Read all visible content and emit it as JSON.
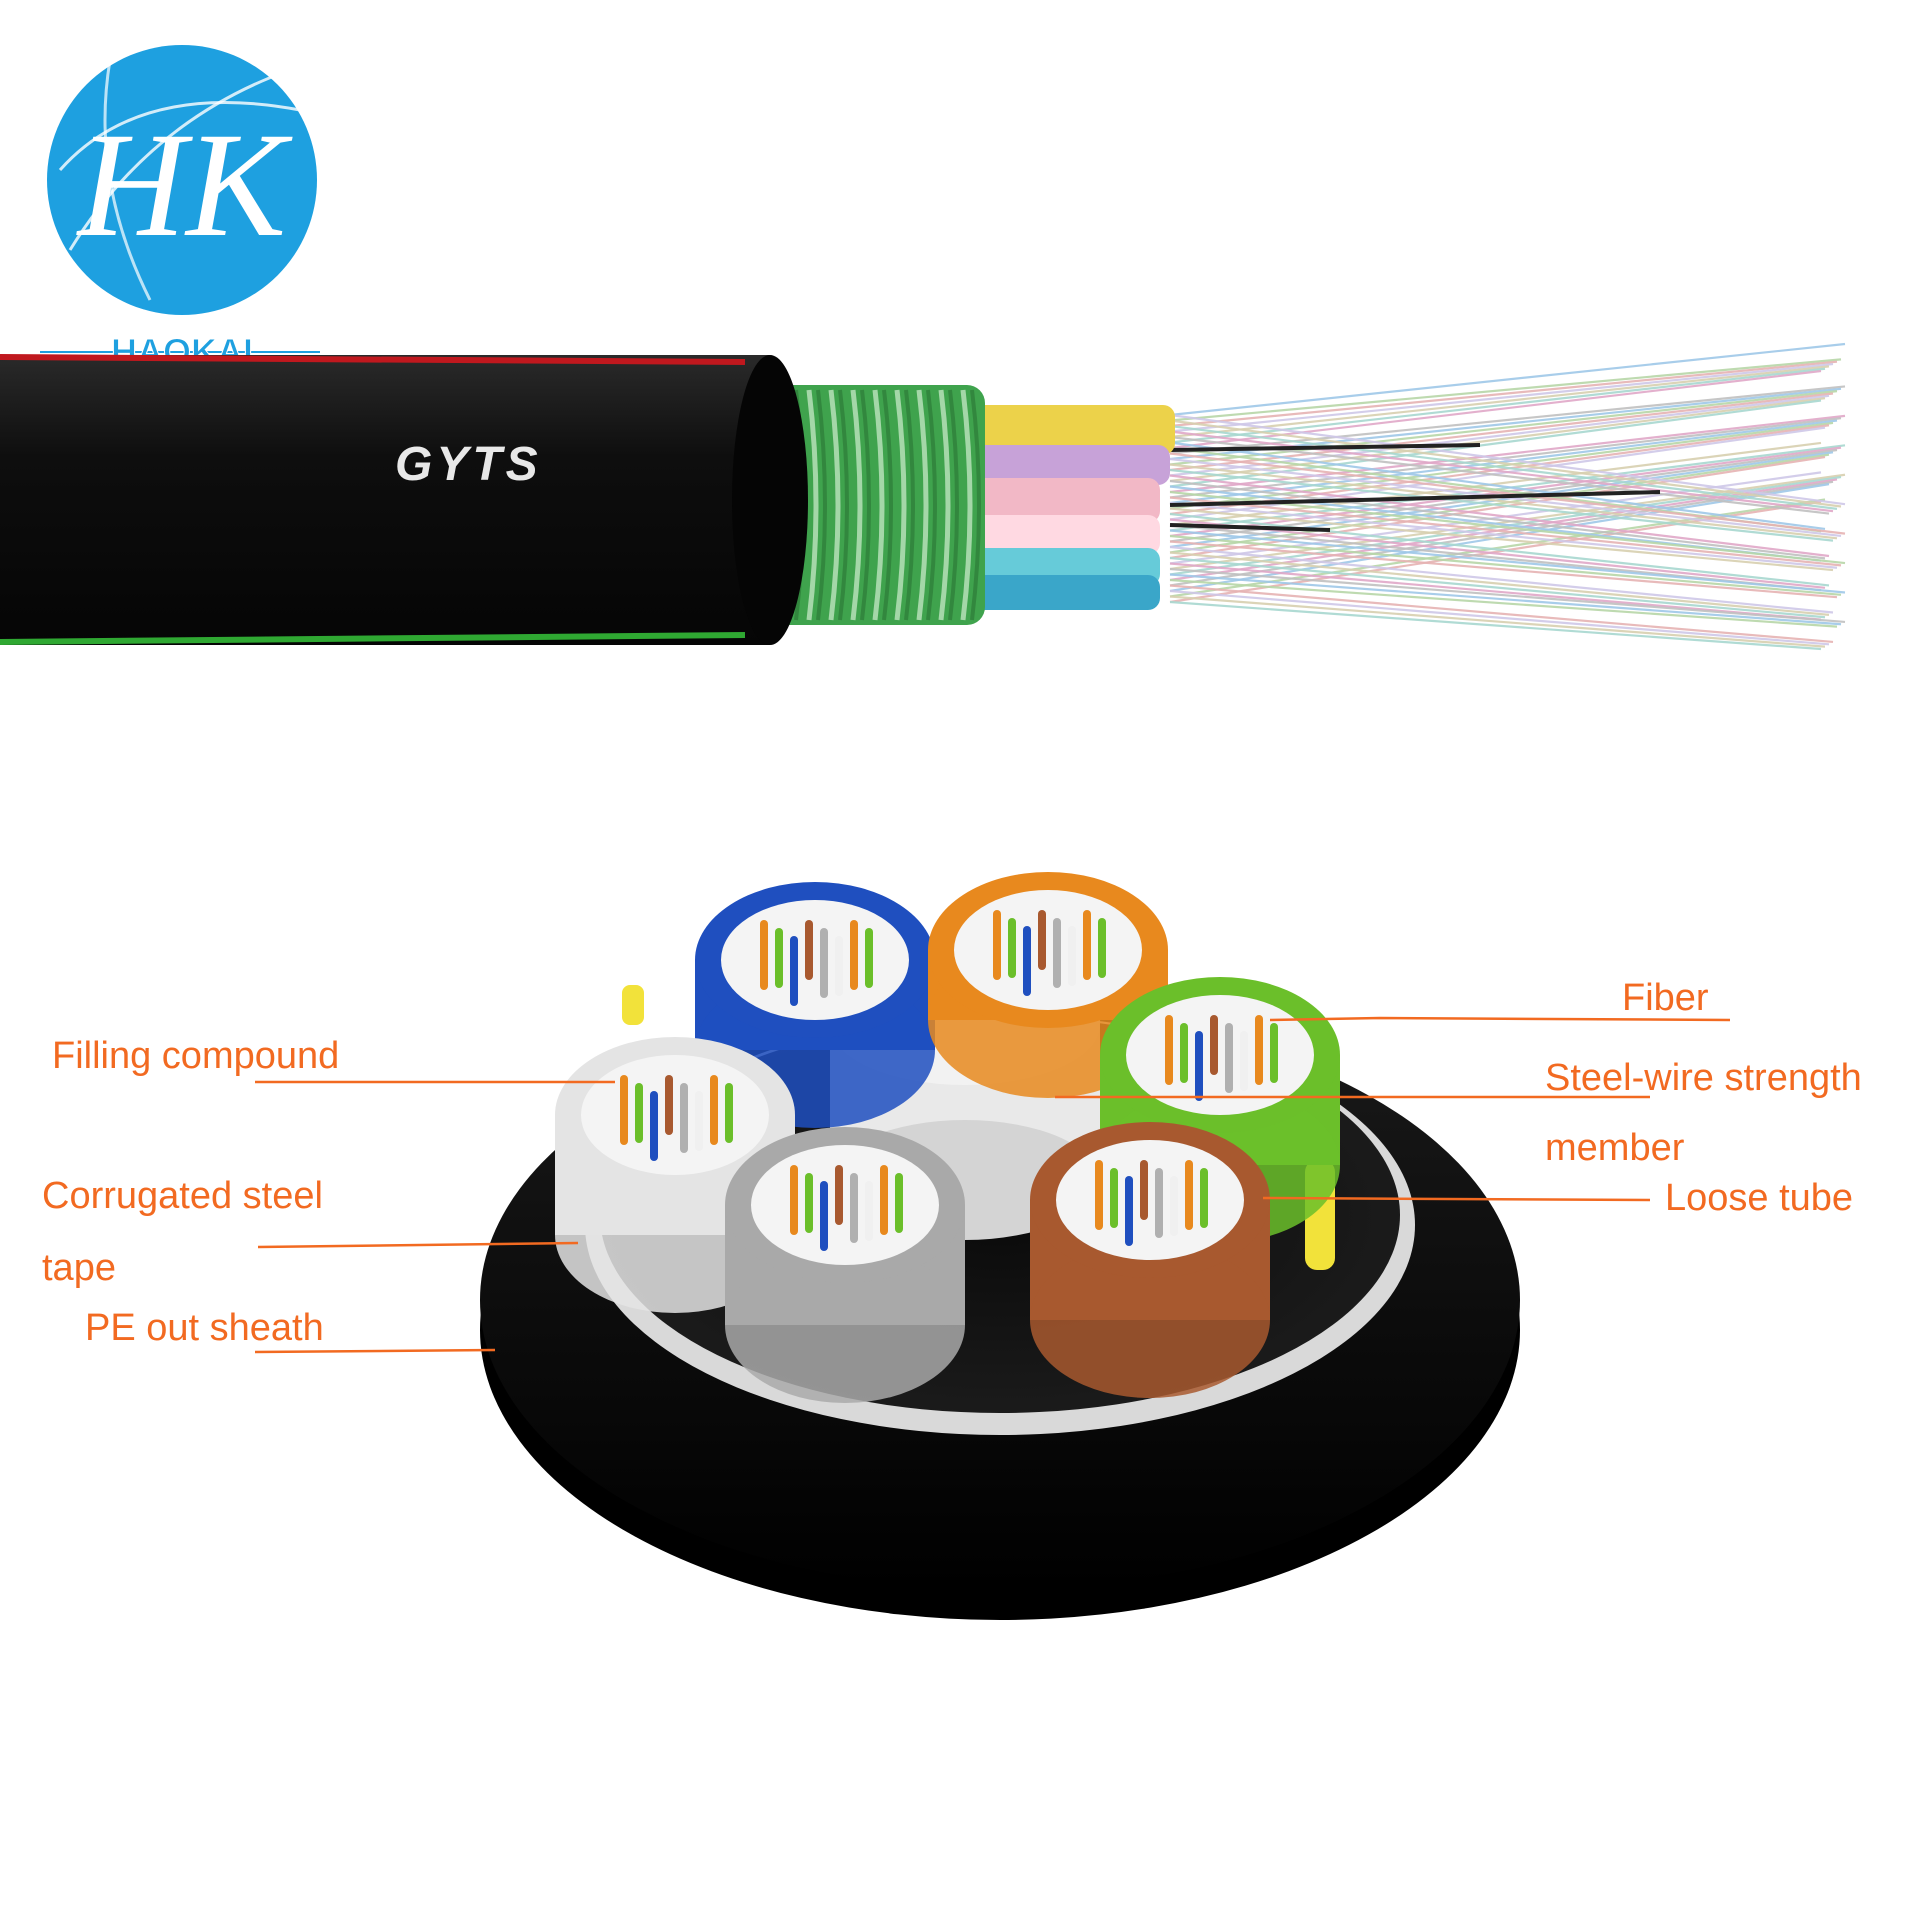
{
  "logo": {
    "monogram": "HK",
    "brand": "HAOKAI",
    "color": "#1ea0e0"
  },
  "cable": {
    "printed_text": "GYTS",
    "jacket_color": "#0d0d0d",
    "armor_color": "#3fa34d"
  },
  "labels": {
    "fiber": "Fiber",
    "filling_compound": "Filling compound",
    "steel_wire_line1": "Steel-wire strength",
    "steel_wire_line2": "member",
    "corrugated_line1": "Corrugated steel",
    "corrugated_line2": "tape",
    "loose_tube": "Loose tube",
    "pe_sheath": "PE out sheath"
  },
  "colors": {
    "label": "#f26a21",
    "sheath": "#0d0d0d",
    "tape": "#d9d9d9"
  },
  "tubes": [
    {
      "name": "blue-tube",
      "color": "#1f4fbf"
    },
    {
      "name": "orange-tube",
      "color": "#e8891e"
    },
    {
      "name": "green-tube",
      "color": "#6bbf2a"
    },
    {
      "name": "brown-tube",
      "color": "#a8592f"
    },
    {
      "name": "gray-tube",
      "color": "#a9a9a9"
    },
    {
      "name": "white-tube",
      "color": "#e4e4e4"
    }
  ]
}
